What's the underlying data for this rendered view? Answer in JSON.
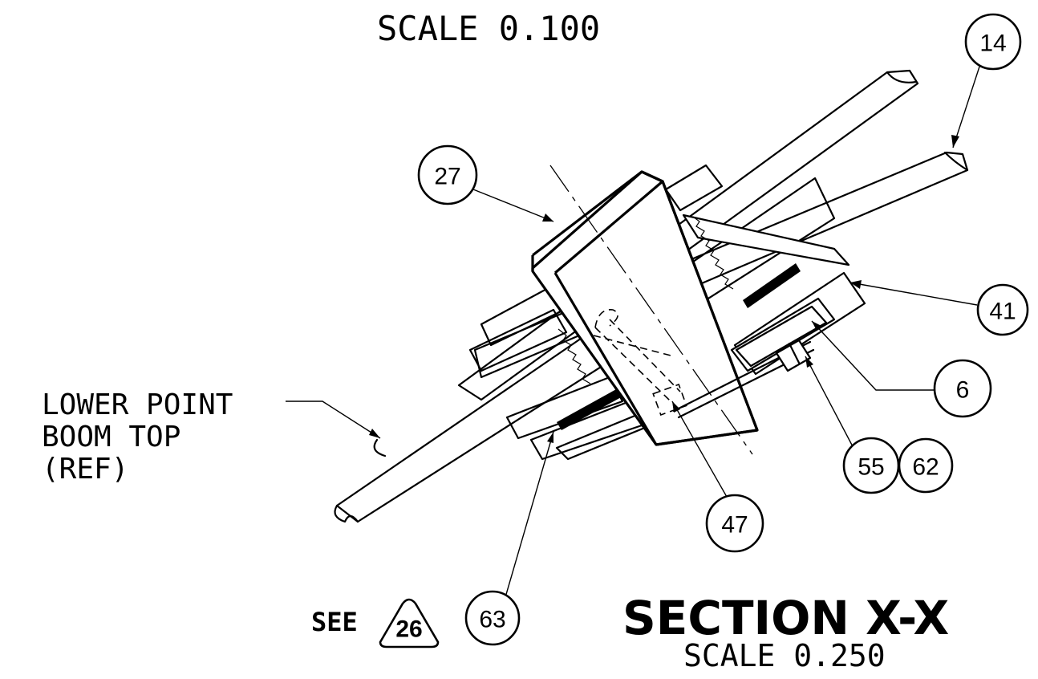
{
  "header": {
    "scale_text": "SCALE 0.100"
  },
  "section": {
    "title": "SECTION X-X",
    "scale_text": "SCALE 0.250"
  },
  "reference_label": {
    "line1": "LOWER POINT",
    "line2": "BOOM TOP",
    "line3": "(REF)"
  },
  "see_note": {
    "prefix": "SEE",
    "ref": "26"
  },
  "balloons": {
    "b14": "14",
    "b27": "27",
    "b41": "41",
    "b6": "6",
    "b55": "55",
    "b62": "62",
    "b47": "47",
    "b63": "63"
  }
}
